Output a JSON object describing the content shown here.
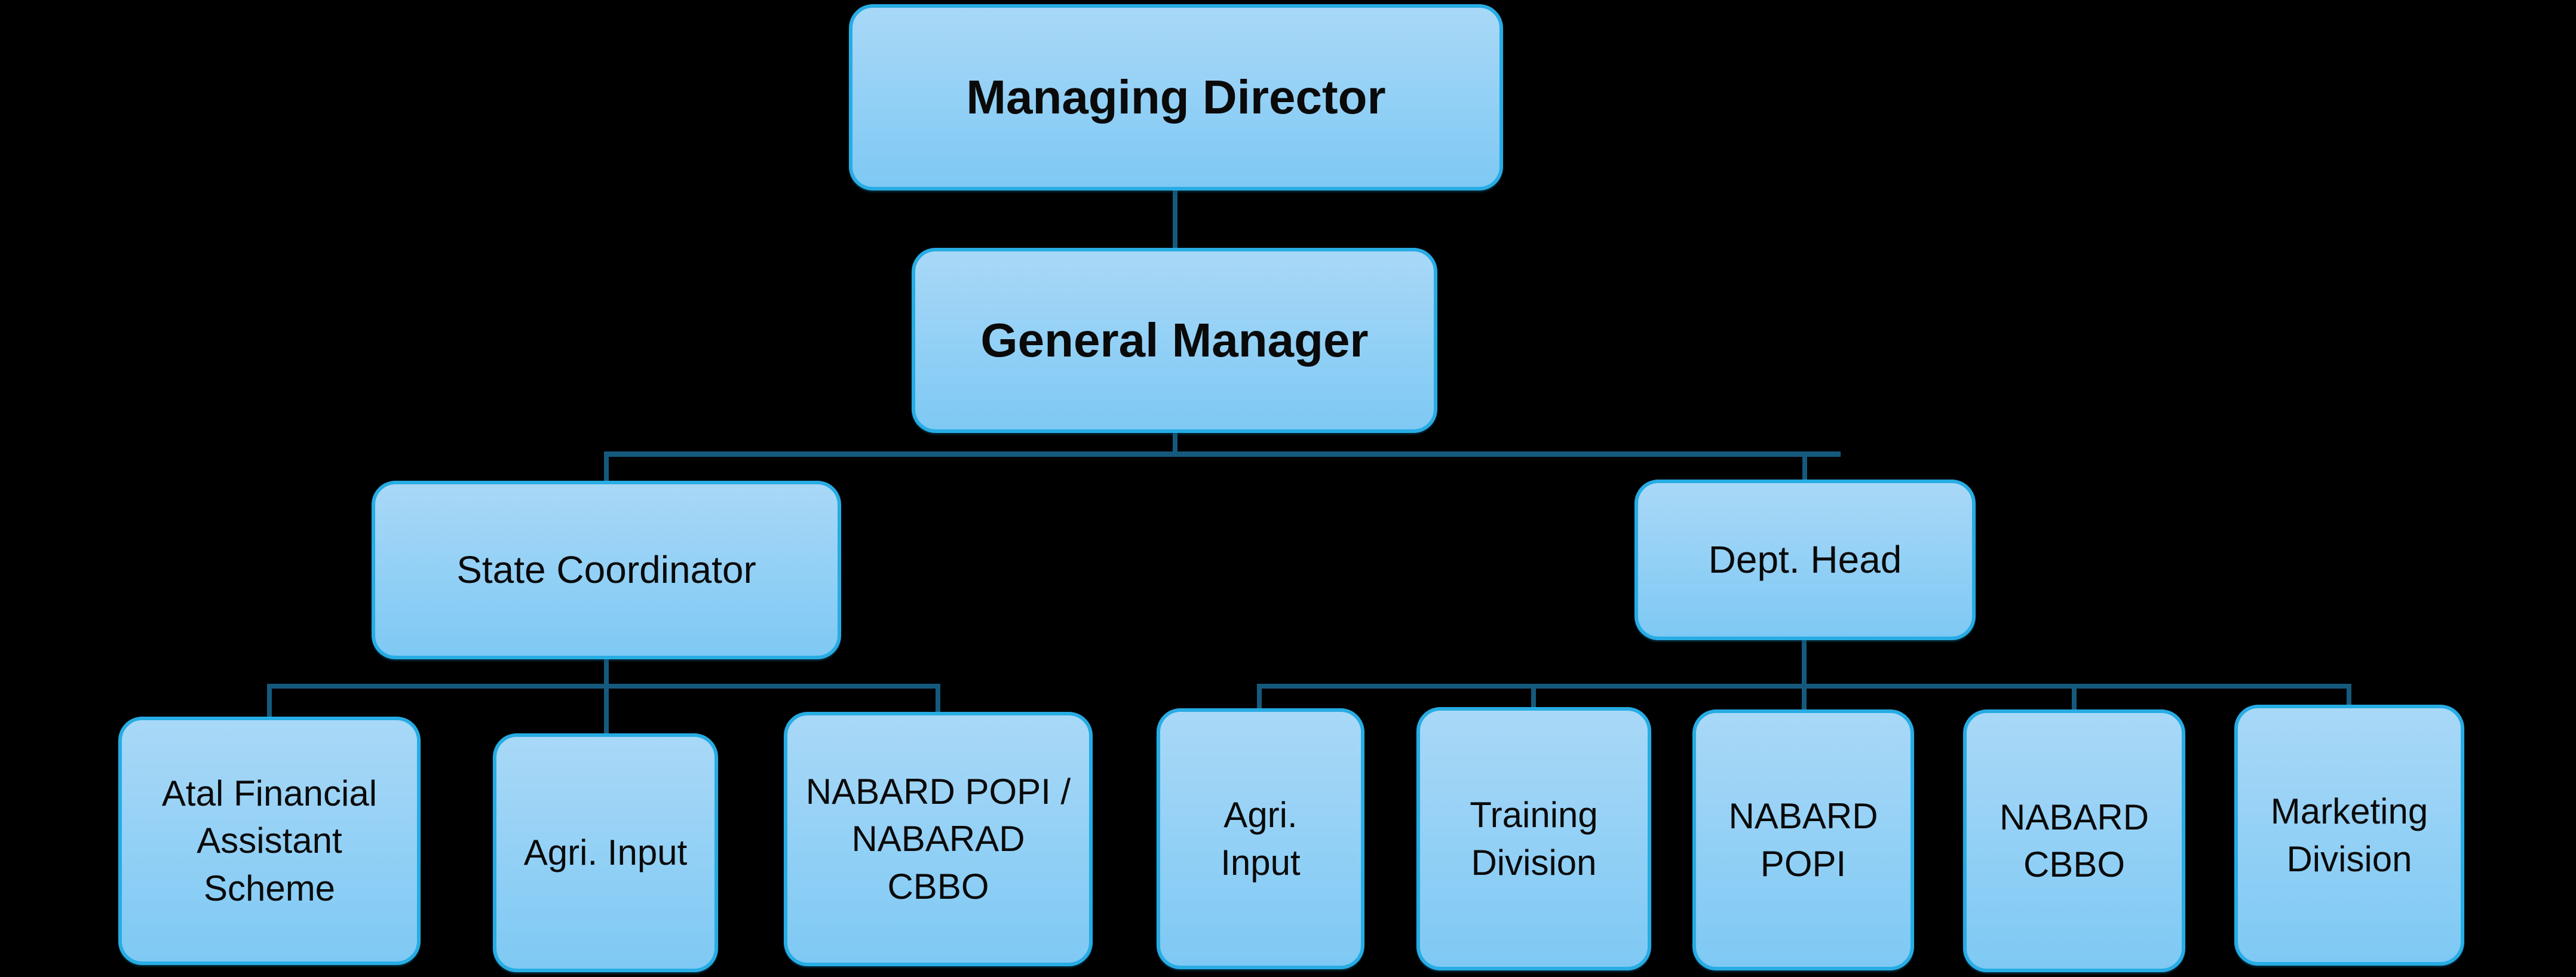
{
  "palette": {
    "node_fill_top": "#A9D8F7",
    "node_fill_bottom": "#7EC9F4",
    "node_border": "#27ACE4",
    "connector": "#155A7D",
    "text": "#0A0A0A",
    "background": "#000000"
  },
  "org": {
    "root": {
      "label": "Managing Director"
    },
    "general_manager": {
      "label": "General Manager"
    },
    "branches": [
      {
        "label": "State Coordinator",
        "children": [
          {
            "label": "Atal Financial\nAssistant\nScheme"
          },
          {
            "label": "Agri. Input"
          },
          {
            "label": "NABARD POPI /\nNABARAD\nCBBO"
          }
        ]
      },
      {
        "label": "Dept. Head",
        "children": [
          {
            "label": "Agri.\nInput"
          },
          {
            "label": "Training\nDivision"
          },
          {
            "label": "NABARD\nPOPI"
          },
          {
            "label": "NABARD\nCBBO"
          },
          {
            "label": "Marketing\nDivision"
          }
        ]
      }
    ]
  }
}
